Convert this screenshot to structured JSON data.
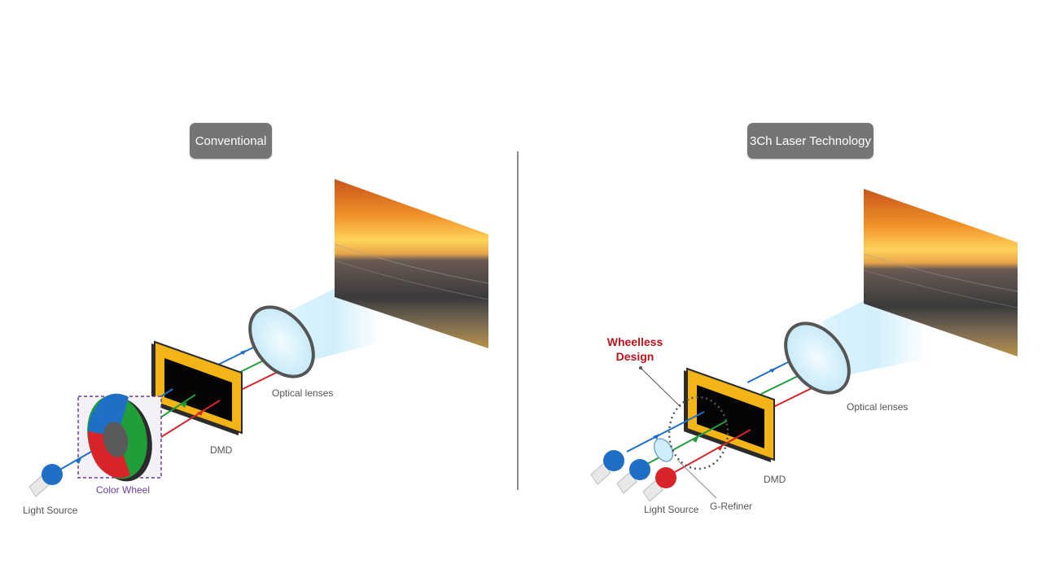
{
  "panels": {
    "left": {
      "title": "Conventional",
      "labels": {
        "light_source": "Light Source",
        "color_wheel": "Color Wheel",
        "dmd": "DMD",
        "optical_lenses": "Optical lenses"
      }
    },
    "right": {
      "title": "3Ch Laser Technology",
      "labels": {
        "wheelless_line1": "Wheelless",
        "wheelless_line2": "Design",
        "light_source": "Light Source",
        "g_refiner": "G-Refiner",
        "dmd": "DMD",
        "optical_lenses": "Optical lenses"
      }
    }
  },
  "colors": {
    "blue": "#1f6fc7",
    "green": "#1f9e3a",
    "red": "#d9232b",
    "dmd_frame": "#f2b416",
    "pill_bg": "#757575",
    "purple": "#6a3d9a",
    "accent_red": "#b8141b"
  },
  "icons": [
    "bulb-icon",
    "color-wheel-icon",
    "dmd-chip-icon",
    "lens-icon",
    "screen-image",
    "arrow-icon"
  ]
}
